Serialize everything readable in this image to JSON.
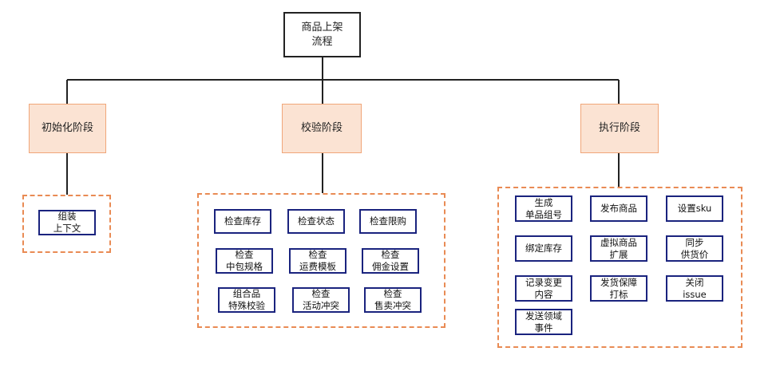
{
  "colors": {
    "connector": "#222222",
    "phase_fill": "#fbe3d3",
    "phase_border": "#f0a679",
    "group_dashed_border": "#e98b54",
    "task_border": "#1a237e"
  },
  "root": {
    "label": "商品上架\n流程"
  },
  "phases": [
    {
      "label": "初始化阶段",
      "tasks": [
        {
          "label": "组装\n上下文"
        }
      ]
    },
    {
      "label": "校验阶段",
      "tasks": [
        {
          "label": "检查库存"
        },
        {
          "label": "检查状态"
        },
        {
          "label": "检查限购"
        },
        {
          "label": "检查\n中包规格"
        },
        {
          "label": "检查\n运费模板"
        },
        {
          "label": "检查\n佣金设置"
        },
        {
          "label": "组合品\n特殊校验"
        },
        {
          "label": "检查\n活动冲突"
        },
        {
          "label": "检查\n售卖冲突"
        }
      ]
    },
    {
      "label": "执行阶段",
      "tasks": [
        {
          "label": "生成\n单品组号"
        },
        {
          "label": "发布商品"
        },
        {
          "label": "设置sku"
        },
        {
          "label": "绑定库存"
        },
        {
          "label": "虚拟商品\n扩展"
        },
        {
          "label": "同步\n供货价"
        },
        {
          "label": "记录变更\n内容"
        },
        {
          "label": "发货保障\n打标"
        },
        {
          "label": "关闭\nissue"
        },
        {
          "label": "发送领域\n事件"
        }
      ]
    }
  ]
}
